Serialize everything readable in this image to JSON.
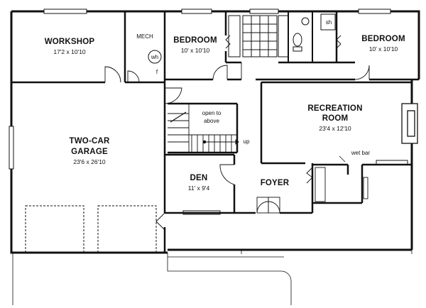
{
  "rooms": {
    "workshop": {
      "name": "WORKSHOP",
      "dim": "17'2 x 10'10"
    },
    "mech": {
      "name": "MECH"
    },
    "bedroom_left": {
      "name": "BEDROOM",
      "dim": "10' x 10'10"
    },
    "bedroom_right": {
      "name": "BEDROOM",
      "dim": "10' x 10'10"
    },
    "garage": {
      "line1": "TWO-CAR",
      "line2": "GARAGE",
      "dim": "23'6 x 26'10"
    },
    "recreation": {
      "line1": "RECREATION",
      "line2": "ROOM",
      "dim": "23'4 x 12'10"
    },
    "den": {
      "name": "DEN",
      "dim": "11' x 9'4"
    },
    "foyer": {
      "name": "FOYER"
    }
  },
  "annotations": {
    "wh": "wh",
    "f": "f",
    "sh": "sh",
    "open_line1": "open to",
    "open_line2": "above",
    "up": "up",
    "wet_bar": "wet bar"
  }
}
